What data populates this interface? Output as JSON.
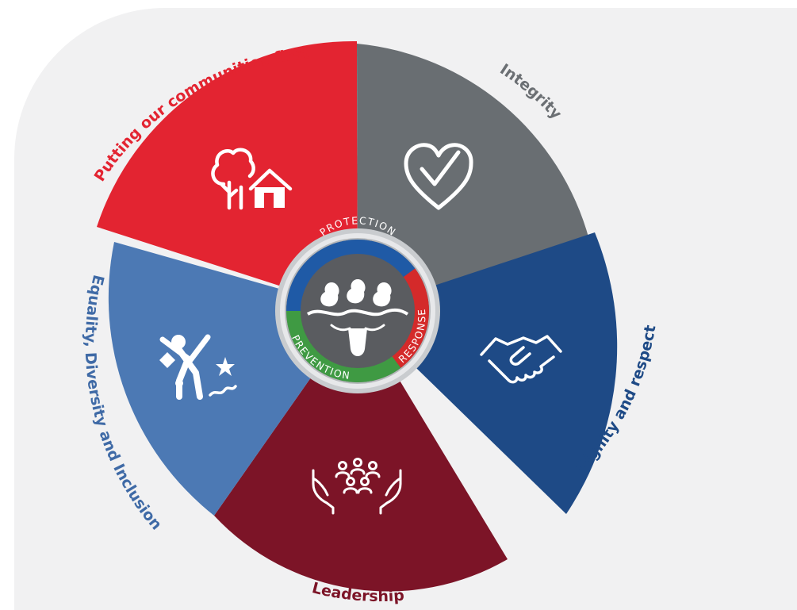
{
  "colors": {
    "background_panel": "#f1f1f2",
    "communities": "#e32431",
    "integrity": "#696e72",
    "dignity": "#1e4a86",
    "leadership": "#7c1427",
    "equality": "#4c79b4",
    "emblem_blue": "#1f5aa6",
    "emblem_red": "#d42a2a",
    "emblem_green": "#3f9a43",
    "emblem_grey": "#5a5c60"
  },
  "segments": [
    {
      "key": "communities",
      "label": "Putting our communities first",
      "icon": "tree-and-house-icon",
      "label_color": "#e32431"
    },
    {
      "key": "integrity",
      "label": "Integrity",
      "icon": "heart-check-icon",
      "label_color": "#6b6f73"
    },
    {
      "key": "dignity",
      "label": "Dignity and respect",
      "icon": "handshake-icon",
      "label_color": "#1e4a86"
    },
    {
      "key": "leadership",
      "label": "Leadership",
      "icon": "hands-holding-people-icon",
      "label_color": "#7c1427"
    },
    {
      "key": "equality",
      "label": "Equality, Diversity and Inclusion",
      "icon": "dancing-figure-icon",
      "label_color": "#3f6aa6"
    }
  ],
  "emblem": {
    "top_text": "PROTECTION",
    "left_text": "PREVENTION",
    "right_text": "RESPONSE"
  }
}
